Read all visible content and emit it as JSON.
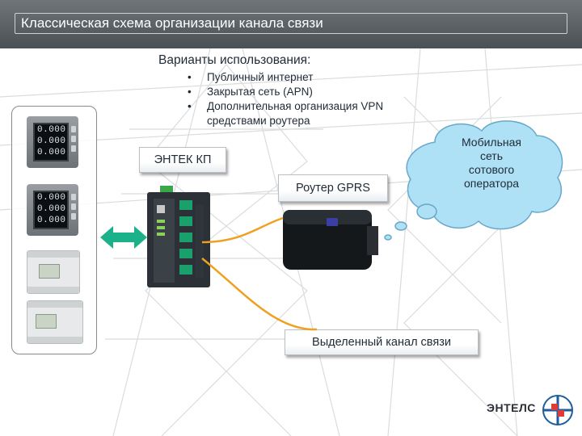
{
  "title": "Классическая схема организации канала связи",
  "usage": {
    "heading": "Варианты использования:",
    "items": [
      "Публичный интернет",
      "Закрытая сеть (APN)",
      "Дополнительная организация VPN"
    ],
    "items_continuation": "средствами роутера"
  },
  "meters": {
    "meter1": [
      "0.000",
      "0.000",
      "0.000"
    ],
    "meter2": [
      "0.000",
      "0.000",
      "0.000"
    ]
  },
  "labels": {
    "entek": "ЭНТЕК КП",
    "router": "Роутер GPRS",
    "channel": "Выделенный канал связи"
  },
  "cloud": {
    "lines": [
      "Мобильная",
      "сеть",
      "сотового",
      "оператора"
    ]
  },
  "logo": {
    "text": "ЭНТЕЛС"
  },
  "colors": {
    "title_bar": "#5a6064",
    "arrow": "#1bb28a",
    "cloud_fill": "#aee0f6",
    "cable": "#f0a020"
  }
}
